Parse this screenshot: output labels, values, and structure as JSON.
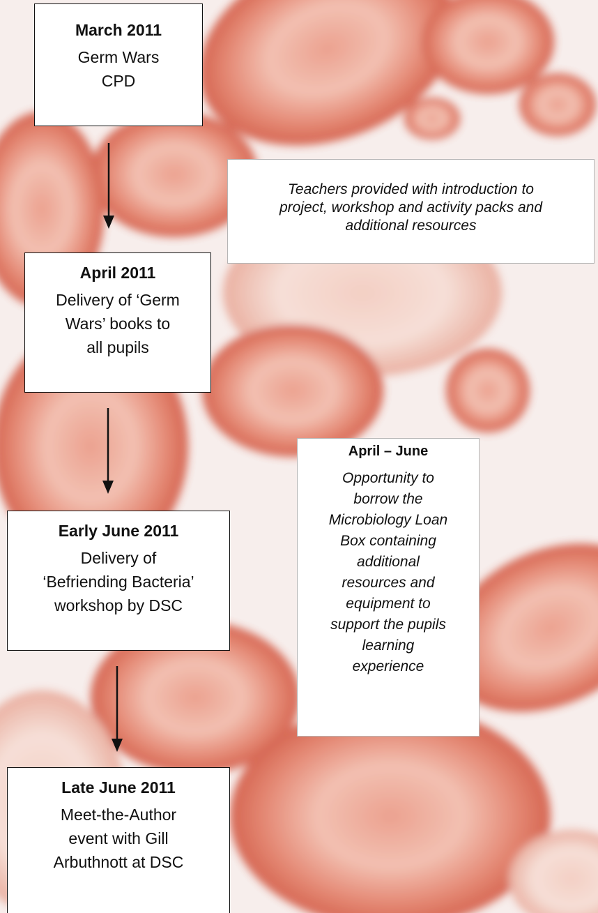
{
  "timeline": [
    {
      "date": "March 2011",
      "desc_lines": [
        "Germ Wars",
        "CPD"
      ]
    },
    {
      "date": "April 2011",
      "desc_lines": [
        "Delivery of ‘Germ",
        "Wars’ books to",
        "all pupils"
      ]
    },
    {
      "date": "Early June 2011",
      "desc_lines": [
        "Delivery of",
        "‘Befriending Bacteria’",
        "workshop by DSC"
      ]
    },
    {
      "date": "Late June 2011",
      "desc_lines": [
        "Meet-the-Author",
        "event with Gill",
        "Arbuthnott at DSC"
      ]
    }
  ],
  "notes": {
    "teachers": {
      "lines": [
        "Teachers provided with introduction to",
        "project, workshop and activity packs and",
        "additional resources"
      ]
    },
    "loan_box": {
      "heading": "April – June",
      "lines": [
        "Opportunity to",
        "borrow the",
        "Microbiology Loan",
        "Box containing",
        "additional",
        "resources and",
        "equipment to",
        "support the pupils",
        "learning",
        "experience"
      ]
    }
  },
  "colors": {
    "background": "#f7eeec",
    "blood_cell": "#d9583f",
    "box_border": "#111111",
    "note_border": "#b5b5b5",
    "arrow": "#111111"
  },
  "icons": {
    "arrow": "down-arrow-icon",
    "background": "red-blood-cells-illustration"
  }
}
